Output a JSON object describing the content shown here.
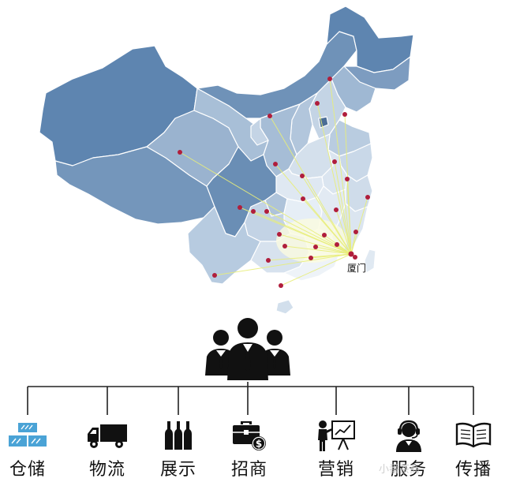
{
  "map": {
    "origin_label": "厦门",
    "colors": {
      "region_dark": "#5b82ad",
      "region_mid": "#88a6c6",
      "region_light": "#b9cce0",
      "region_pale": "#dde7f1",
      "route_line": "#e8ee7a",
      "city_dot": "#b01e3c"
    },
    "routes_from_origin": 26
  },
  "org": {
    "top_icon": "group-people-icon"
  },
  "services": [
    {
      "label": "仓储",
      "icon": "warehouse-icon"
    },
    {
      "label": "物流",
      "icon": "delivery-truck-icon"
    },
    {
      "label": "展示",
      "icon": "wine-bottles-icon"
    },
    {
      "label": "招商",
      "icon": "briefcase-dollar-icon"
    },
    {
      "label": "营销",
      "icon": "presentation-board-icon"
    },
    {
      "label": "服务",
      "icon": "headset-operator-icon"
    },
    {
      "label": "传播",
      "icon": "open-book-icon"
    }
  ],
  "watermark": "小番茶商"
}
